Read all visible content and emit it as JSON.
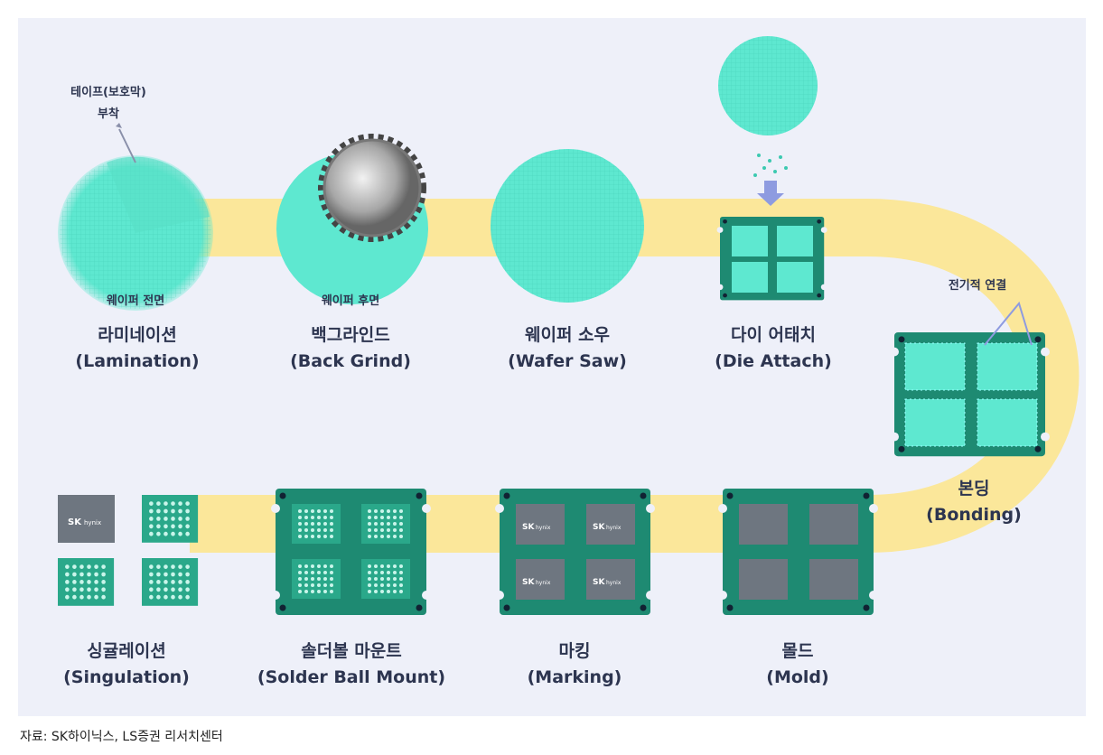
{
  "steps": [
    {
      "ko": "라미네이션",
      "en": "(Lamination)",
      "note": "웨이퍼 전면",
      "callout": "테이프(보호막)",
      "callout2": "부착"
    },
    {
      "ko": "백그라인드",
      "en": "(Back Grind)",
      "note": "웨이퍼 후면"
    },
    {
      "ko": "웨이퍼 소우",
      "en": "(Wafer Saw)"
    },
    {
      "ko": "다이 어태치",
      "en": "(Die Attach)"
    },
    {
      "ko": "본딩",
      "en": "(Bonding)",
      "callout": "전기적 연결"
    },
    {
      "ko": "몰드",
      "en": "(Mold)"
    },
    {
      "ko": "마킹",
      "en": "(Marking)"
    },
    {
      "ko": "솔더볼 마운트",
      "en": "(Solder Ball Mount)"
    },
    {
      "ko": "싱귤레이션",
      "en": "(Singulation)"
    }
  ],
  "logo": {
    "brand": "SK",
    "sub": "hynix"
  },
  "source": "자료: SK하이닉스, LS증권 리서치센터",
  "colors": {
    "background": "#eef0f9",
    "path": "#fbe79a",
    "wafer": "#5ee8d0",
    "board": "#1e8a72",
    "die": "#6e7680"
  }
}
